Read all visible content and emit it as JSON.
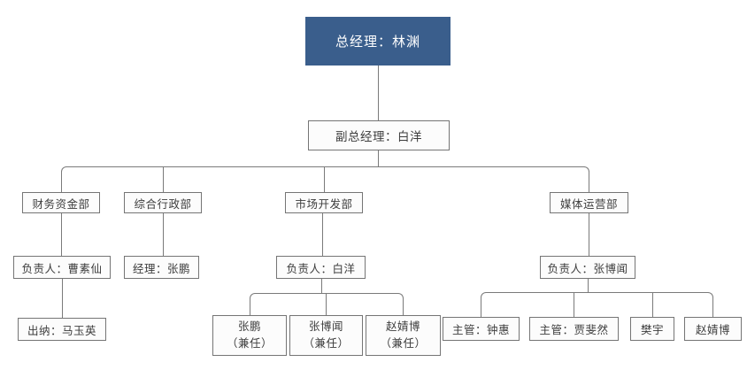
{
  "org_chart": {
    "root": {
      "label": "总经理：林渊"
    },
    "deputy": {
      "label": "副总经理：白洋"
    },
    "departments": [
      {
        "label": "财务资金部",
        "lead": "负责人：曹素仙",
        "members": [
          "出纳：马玉英"
        ]
      },
      {
        "label": "综合行政部",
        "lead": "经理：张鹏",
        "members": []
      },
      {
        "label": "市场开发部",
        "lead": "负责人：白洋",
        "members": [
          {
            "name": "张鹏",
            "note": "（兼任）"
          },
          {
            "name": "张博闻",
            "note": "（兼任）"
          },
          {
            "name": "赵婧博",
            "note": "（兼任）"
          }
        ]
      },
      {
        "label": "媒体运营部",
        "lead": "负责人：张博闻",
        "members": [
          "主管：钟惠",
          "主管：贾斐然",
          "樊宇",
          "赵婧博"
        ]
      }
    ],
    "colors": {
      "root_bg": "#3a5e8c",
      "root_text": "#ffffff",
      "box_bg": "#fcfcfc",
      "box_border": "#757575",
      "box_text": "#3d3d3d",
      "line": "#7a7a7a",
      "background": "#ffffff"
    }
  }
}
